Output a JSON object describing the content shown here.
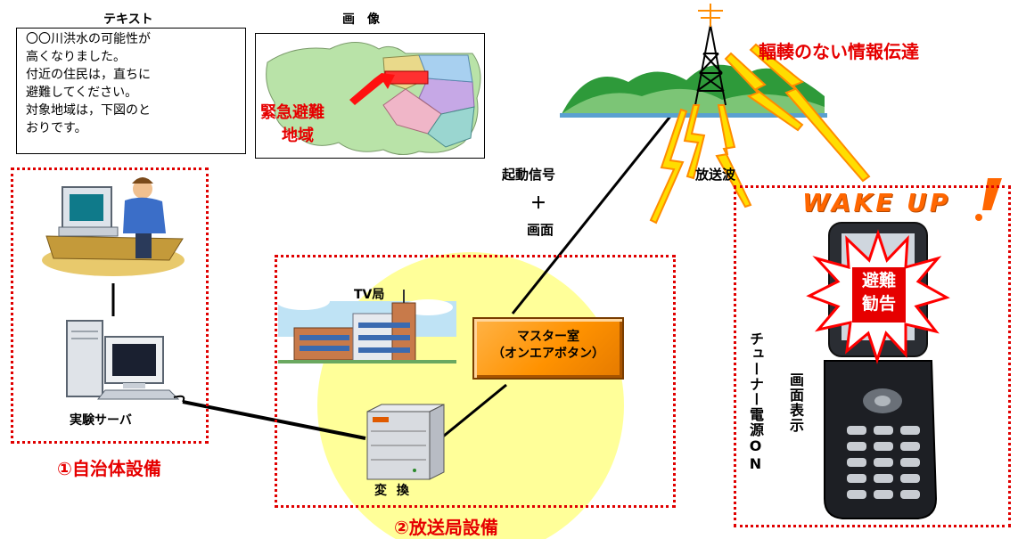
{
  "text_panel": {
    "title": "テキスト",
    "lines": [
      "〇〇川洪水の可能性が",
      "高くなりました。",
      "付近の住民は，直ちに",
      "避難してください。",
      "対象地域は，下図のと",
      "おりです。"
    ]
  },
  "image_panel": {
    "title": "画　像",
    "emergency_line1": "緊急避難",
    "emergency_line2": "地域"
  },
  "tower": {
    "tagline": "輻輳のない情報伝達",
    "wave_label": "放送波"
  },
  "signal": {
    "line1": "起動信号",
    "plus": "＋",
    "line2": "画面"
  },
  "local_gov": {
    "server_label": "実験サーバ",
    "section_label": "①自治体設備"
  },
  "broadcast": {
    "station_label": "TV局",
    "master_line1": "マスター室",
    "master_line2": "（オンエアボタン）",
    "converter_label": "変 換",
    "section_label": "②放送局設備"
  },
  "phone": {
    "wake_label": "WAKE  UP",
    "warning_line1": "避難",
    "warning_line2": "勧告",
    "tuner_label": "チューナー電源ON",
    "display_label": "画面表示"
  },
  "colors": {
    "accent_red": "#e60000",
    "section_border": "#e00000",
    "master_orange": "#ff9200",
    "highlight_yellow": "#ffff99",
    "wake_orange": "#ff6600"
  }
}
